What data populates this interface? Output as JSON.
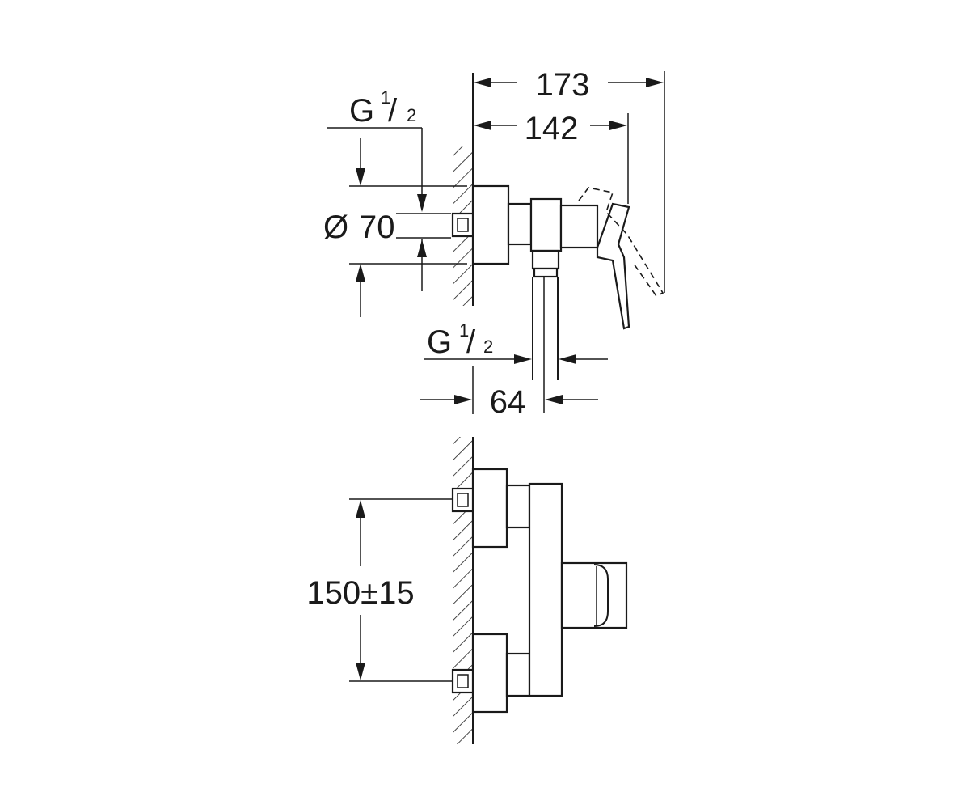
{
  "dimensions": {
    "overall_depth": "173",
    "body_depth": "142",
    "inlet_thread": {
      "main": "G",
      "sup": "1",
      "slash": "/",
      "sub": "2"
    },
    "diameter_symbol": "Ø",
    "diameter_value": "70",
    "outlet_thread": {
      "main": "G",
      "sup": "1",
      "slash": "/",
      "sub": "2"
    },
    "outlet_offset": "64",
    "inlet_spacing": "150±15"
  }
}
